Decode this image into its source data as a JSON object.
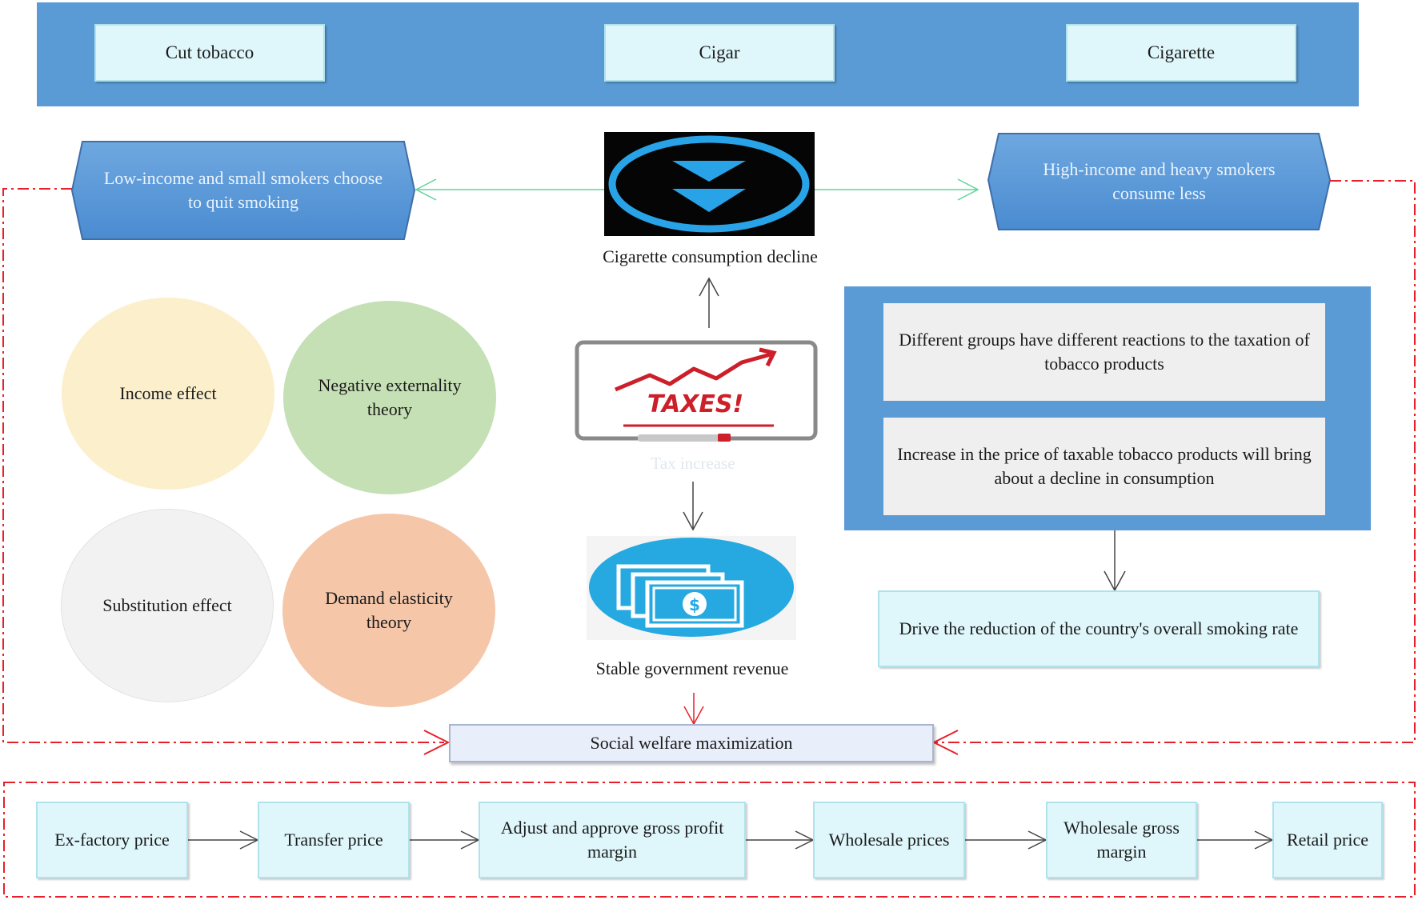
{
  "top_categories": [
    "Cut tobacco",
    "Cigar",
    "Cigarette"
  ],
  "left_hexagon": "Low-income and small smokers choose to quit smoking",
  "right_hexagon": "High-income and heavy smokers consume less",
  "center_top_caption": "Cigarette consumption decline",
  "center_middle_caption": "Tax increase",
  "center_bottom_caption": "Stable government revenue",
  "taxes_sign_text": "TAXES!",
  "circles": [
    "Income effect",
    "Negative externality theory",
    "Substitution effect",
    "Demand elasticity theory"
  ],
  "right_panel": {
    "box1": "Different groups have different reactions to the taxation of tobacco products",
    "box2": "Increase in the price of taxable tobacco products will bring about a decline in consumption"
  },
  "drive_box": "Drive the reduction of the country's overall smoking rate",
  "social_welfare": "Social welfare maximization",
  "price_chain": [
    "Ex-factory price",
    "Transfer price",
    "Adjust and approve gross profit margin",
    "Wholesale prices",
    "Wholesale gross margin",
    "Retail price"
  ],
  "colors": {
    "band_blue": "#5b9bd5",
    "light_cyan": "#dff7fb",
    "dash_red": "#e8202a",
    "green_arrow": "#5fd39a",
    "circle_yellow": "#fcefcc",
    "circle_green": "#c5e0b4",
    "circle_grey": "#f2f2f2",
    "circle_orange": "#f5c6a8"
  }
}
